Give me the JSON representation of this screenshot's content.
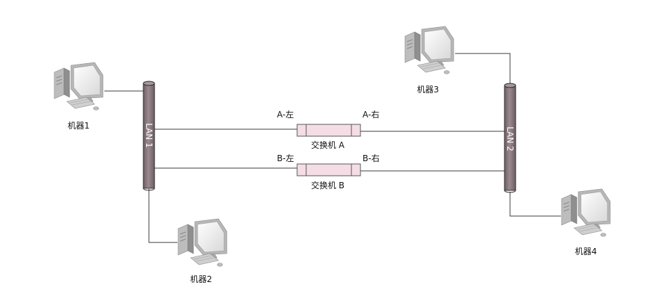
{
  "colors": {
    "lan_fill": "#8c7c82",
    "lan_outline": "#2a2a2a",
    "switch_fill": "#f4dde4",
    "switch_outline": "#555555",
    "wire": "#3a3a3a",
    "monitor_gray": "#c9c9c9"
  },
  "lans": [
    {
      "label": "LAN 1"
    },
    {
      "label": "LAN 2"
    }
  ],
  "machines": [
    {
      "label": "机器1",
      "icon": "computer-icon"
    },
    {
      "label": "机器2",
      "icon": "computer-icon"
    },
    {
      "label": "机器3",
      "icon": "computer-icon"
    },
    {
      "label": "机器4",
      "icon": "computer-icon"
    }
  ],
  "switches": [
    {
      "label": "交换机 A",
      "left_port": "A-左",
      "right_port": "A-右"
    },
    {
      "label": "交换机 B",
      "left_port": "B-左",
      "right_port": "B-右"
    }
  ]
}
